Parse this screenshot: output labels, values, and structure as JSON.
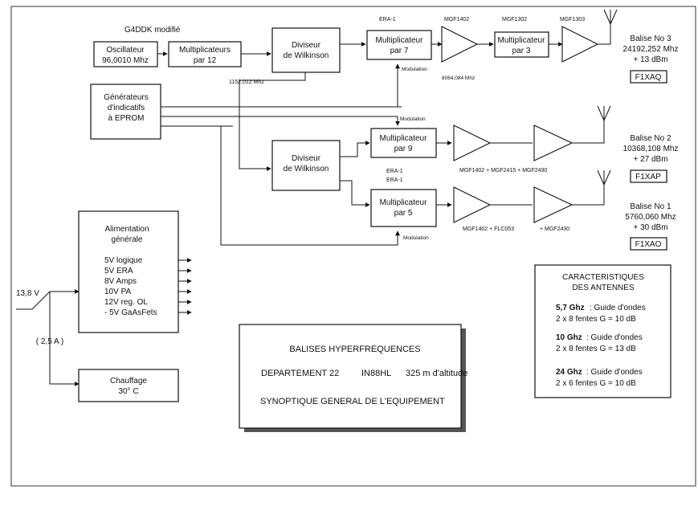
{
  "header": {
    "oscillator_model": "G4DDK  modifié"
  },
  "blocks": {
    "oscillator": [
      "Oscillateur",
      "96,0010 Mhz"
    ],
    "mult12": [
      "Multiplicateurs",
      "par 12"
    ],
    "wilkinson1": [
      "Diviseur",
      "de Wilkinson"
    ],
    "mult7": [
      "Multiplicateur",
      "par  7"
    ],
    "mult3": [
      "Multiplicateur",
      "par  3"
    ],
    "generators": [
      "Générateurs",
      "d'indicatifs",
      "à EPROM"
    ],
    "wilkinson2": [
      "Diviseur",
      "de Wilkinson"
    ],
    "mult9": [
      "Multiplicateur",
      "par  9"
    ],
    "mult5": [
      "Multiplicateur",
      "par 5"
    ],
    "power_title": [
      "Alimentation",
      "générale"
    ],
    "power_rails": [
      "5V logique",
      "5V ERA",
      "8V Amps",
      "10V PA",
      "12V reg. OL",
      "- 5V GaAsFets"
    ],
    "heater": [
      "Chauffage",
      "30° C"
    ]
  },
  "labels": {
    "era1_top": "ERA-1",
    "mgf1402_top": "MGF1402",
    "mgf1302": "MGF1302",
    "mgf1303": "MGF1303",
    "freq_1152": "1152,012 Mhz",
    "freq_8064": "8064,084 Mhz",
    "modulation_1": "Modulation",
    "modulation_2": "Modulation",
    "modulation_3": "Modulation",
    "era1_mid_a": "ERA-1",
    "era1_mid_b": "ERA-1",
    "chain_10g": "MGF1402  +  MGF2415  +  MGF2430",
    "chain_5g_a": "MGF1402  +  FLC053",
    "chain_5g_b": "+  MGF2430",
    "supply_voltage": "13,8 V",
    "supply_current": "( 2,5 A )"
  },
  "beacons": [
    {
      "name": "Balise  No 3",
      "freq": "24192,252 Mhz",
      "power": "+ 13 dBm",
      "callsign": "F1XAQ"
    },
    {
      "name": "Balise  No 2",
      "freq": "10368,108 Mhz",
      "power": "+ 27 dBm",
      "callsign": "F1XAP"
    },
    {
      "name": "Balise  No 1",
      "freq": "5760,060 Mhz",
      "power": "+ 30 dBm",
      "callsign": "F1XAO"
    }
  ],
  "title_box": {
    "line1": "BALISES  HYPERFREQUENCES",
    "line2a": "DEPARTEMENT  22",
    "line2b": "IN88HL",
    "line2c": "325 m d'altitude",
    "line3": "SYNOPTIQUE  GENERAL  DE  L'EQUIPEMENT"
  },
  "antennas": {
    "title1": "CARACTERISTIQUES",
    "title2": "DES    ANTENNES",
    "items": [
      {
        "band": "5,7 Ghz",
        "desc": ":  Guide d'ondes",
        "spec": "2 x 8 fentes   G = 10 dB"
      },
      {
        "band": "10 Ghz",
        "desc": ":  Guide d'ondes",
        "spec": "2 x 8 fentes   G = 13 dB"
      },
      {
        "band": "24 Ghz",
        "desc": ":  Guide d'ondes",
        "spec": "2 x 6 fentes   G = 10 dB"
      }
    ]
  }
}
